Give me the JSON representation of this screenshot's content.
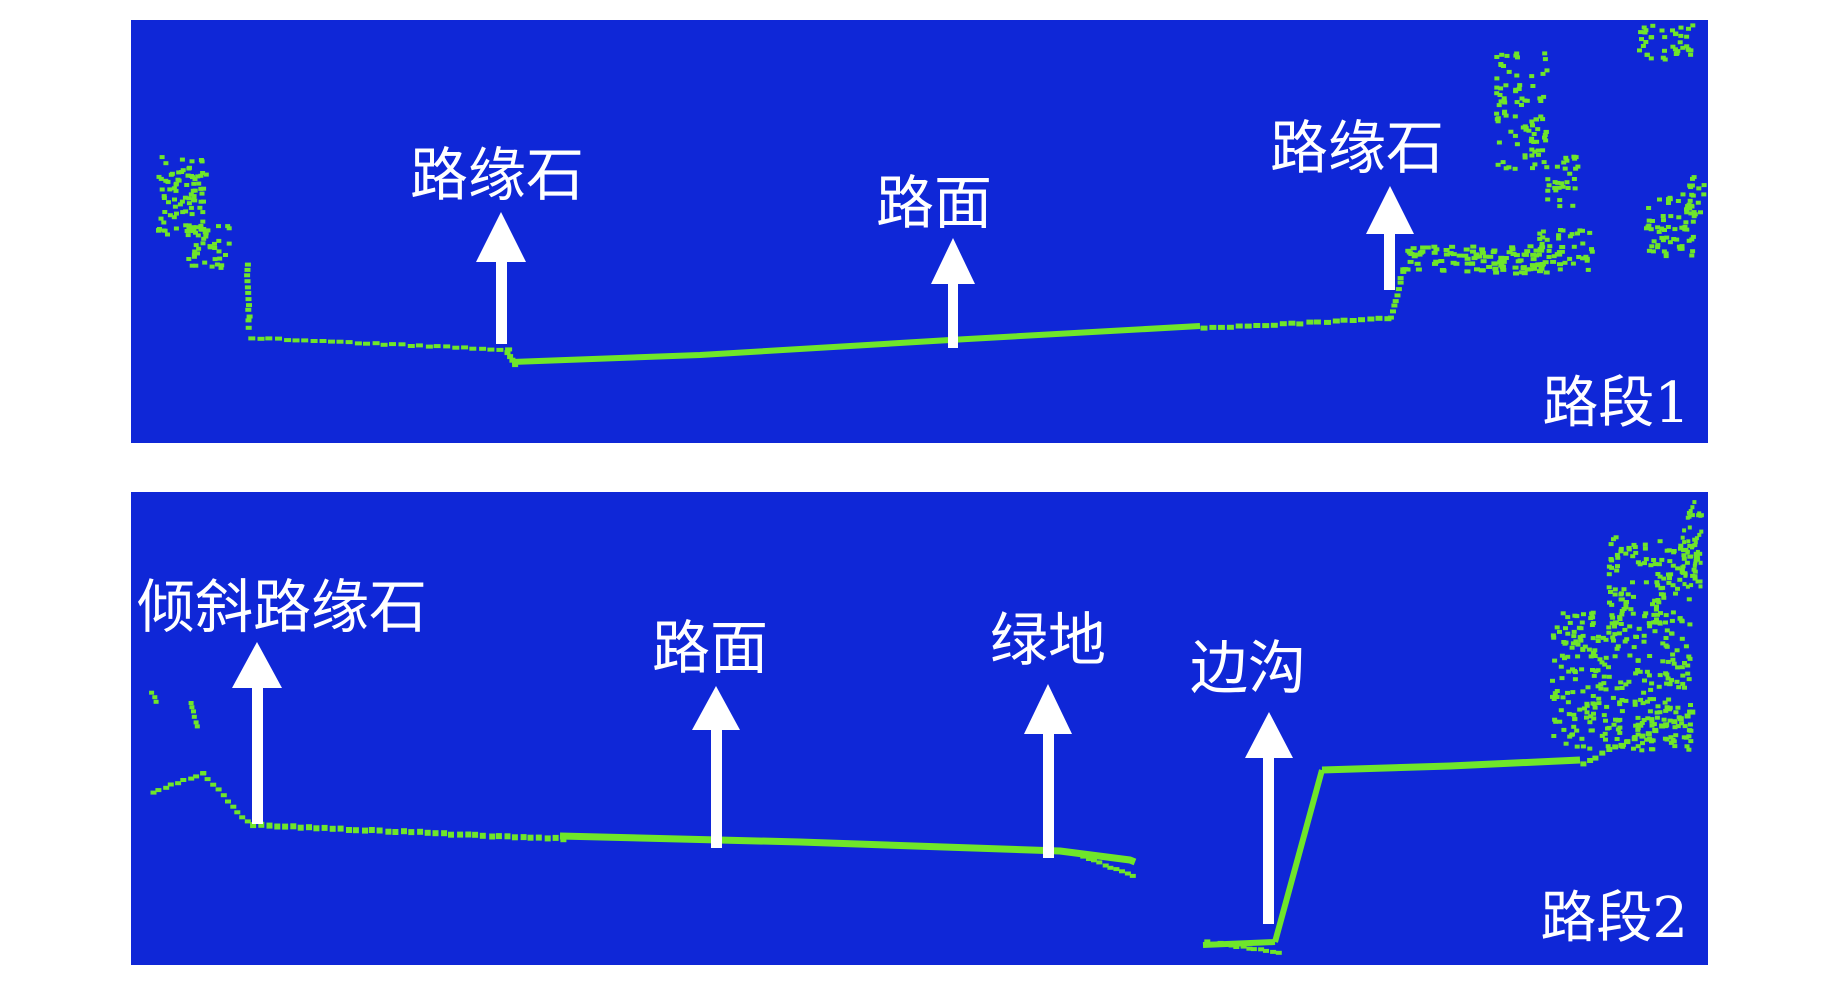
{
  "colors": {
    "background": "#ffffff",
    "panel": "#0f27d7",
    "points": "#6fe62a",
    "arrow": "#ffffff",
    "text": "#ffffff"
  },
  "panel1": {
    "segment_label": "路段1",
    "labels": {
      "curb_left": "路缘石",
      "road_surface": "路面",
      "curb_right": "路缘石"
    }
  },
  "panel2": {
    "segment_label": "路段2",
    "labels": {
      "inclined_curb": "倾斜路缘石",
      "road_surface": "路面",
      "green_belt": "绿地",
      "ditch": "边沟"
    }
  }
}
